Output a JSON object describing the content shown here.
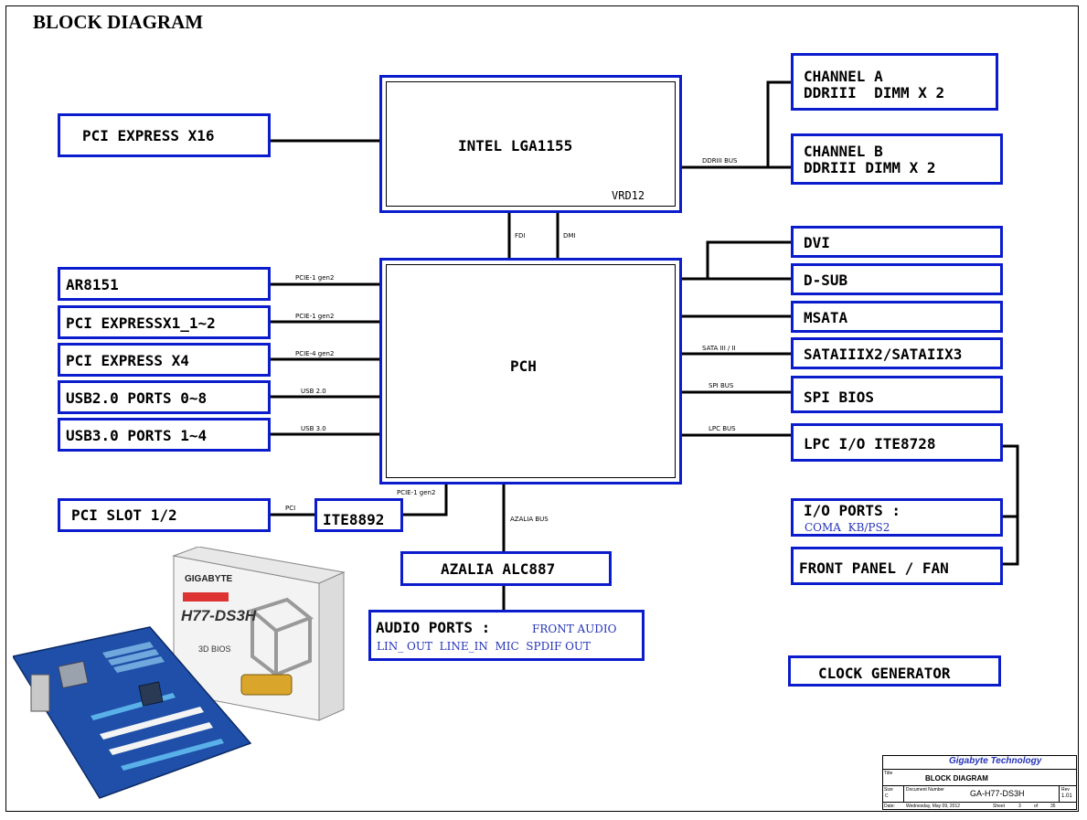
{
  "title": "BLOCK DIAGRAM",
  "cpu": {
    "name": "INTEL LGA1155",
    "vrd": "VRD12"
  },
  "pch": {
    "name": "PCH"
  },
  "left_blocks": {
    "pcie_x16": "PCI EXPRESS X16",
    "ar8151": "AR8151",
    "pcie_x1": "PCI EXPRESSX1_1~2",
    "pcie_x4": "PCI EXPRESS X4",
    "usb2": "USB2.0 PORTS 0~8",
    "usb3": "USB3.0 PORTS 1~4",
    "pci_slot": "PCI SLOT 1/2",
    "ite8892": "ITE8892"
  },
  "right_blocks": {
    "channel_a_line1": "CHANNEL A",
    "channel_a_line2": "DDRIII  DIMM X 2",
    "channel_b_line1": "CHANNEL B",
    "channel_b_line2": "DDRIII DIMM X 2",
    "dvi": "DVI",
    "dsub": "D-SUB",
    "msata": "MSATA",
    "sata": "SATAIIIX2/SATAIIX3",
    "spi_bios": "SPI BIOS",
    "lpc_io": "LPC I/O ITE8728",
    "io_ports": "I/O PORTS :",
    "io_ports_sub": "COMA  KB/PS2",
    "front_panel": "FRONT PANEL / FAN",
    "clock_gen": "CLOCK GENERATOR"
  },
  "audio": {
    "codec": "AZALIA ALC887",
    "ports_title": "AUDIO PORTS :",
    "front_audio": "FRONT AUDIO",
    "ports_list": "LIN_ OUT  LINE_IN  MIC  SPDIF OUT"
  },
  "bus_labels": {
    "ddr_bus": "DDRIII BUS",
    "fdi": "FDI",
    "dmi": "DMI",
    "pcie1_a": "PCIE-1 gen2",
    "pcie1_b": "PCIE-1 gen2",
    "pcie4": "PCIE-4 gen2",
    "usb20": "USB 2.0",
    "usb30": "USB 3.0",
    "sata_bus": "SATA III / II",
    "spi_bus": "SPI BUS",
    "lpc_bus": "LPC BUS",
    "pci": "PCI",
    "pcie1_c": "PCIE-1 gen2",
    "azalia_bus": "AZALIA BUS"
  },
  "title_block": {
    "company": "Gigabyte Technology",
    "title_label": "Title",
    "title_value": "BLOCK DIAGRAM",
    "size_label": "Size",
    "size_value": "C",
    "docnum_label": "Document Number",
    "docnum_value": "GA-H77-DS3H",
    "rev_label": "Rev",
    "rev_value": "1.01",
    "date_label": "Date:",
    "date_value": "Wednesday, May 09, 2012",
    "sheet_label": "Sheet",
    "sheet_value": "3",
    "of_label": "of",
    "of_value": "35"
  },
  "product_box": {
    "brand": "GIGABYTE",
    "model": "H77-DS3H",
    "bios_label": "3D BIOS"
  },
  "colors": {
    "block_border": "#0b1ccc",
    "wire": "#000000",
    "sub_text": "#2433b8",
    "board_blue": "#1f4fa8"
  }
}
